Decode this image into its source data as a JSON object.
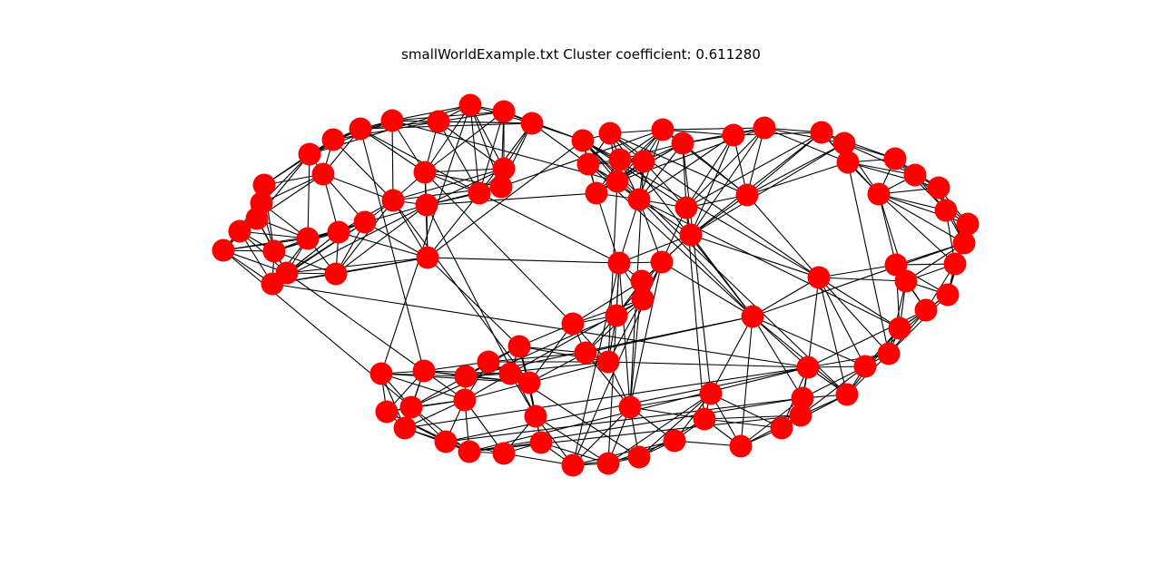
{
  "figure": {
    "title": "smallWorldExample.txt Cluster coefficient: 0.611280"
  },
  "style": {
    "node_color": "#ff0000",
    "edge_color": "#000000",
    "background": "#ffffff"
  },
  "graph": {
    "node_count": 97,
    "node_shape": "circle",
    "visible_node_labels": false,
    "layout_shape": "three overlapping rings (ring-of-rings small-world network)"
  }
}
